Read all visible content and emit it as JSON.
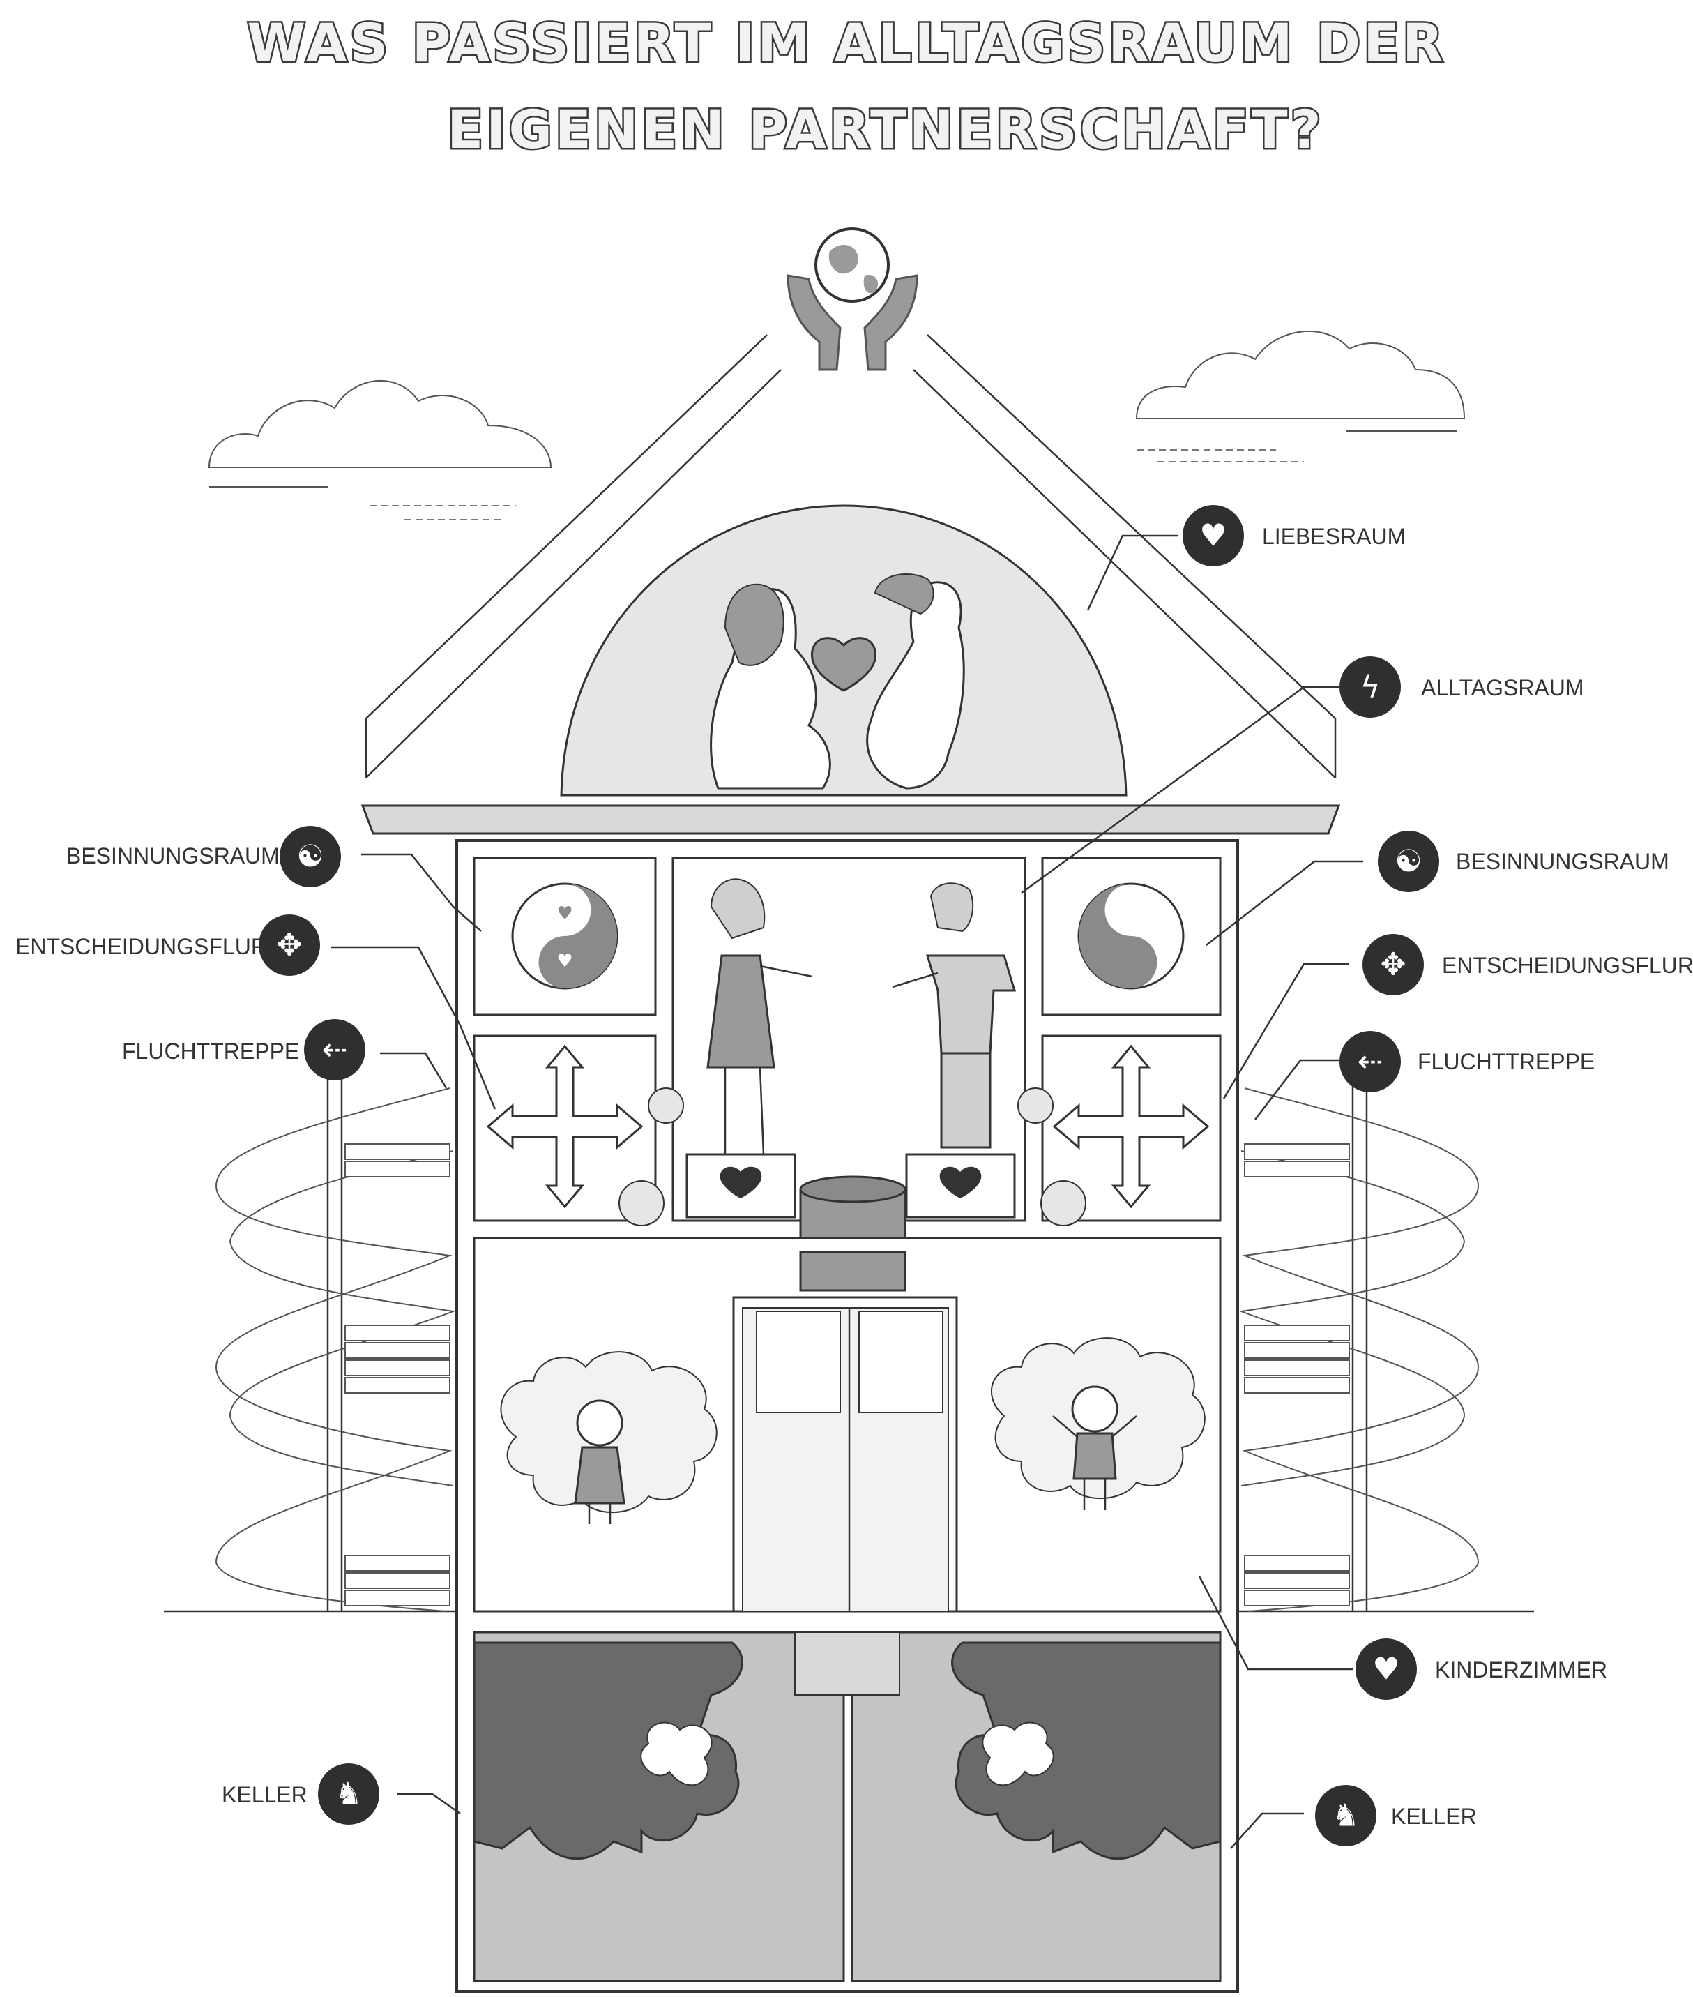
{
  "title": {
    "line1": "WAS PASSIERT IM ALLTAGSRAUM DER",
    "line2": "EIGENEN PARTNERSCHAFT?"
  },
  "labels": {
    "liebesraum": "LIEBESRAUM",
    "alltagsraum": "ALLTAGSRAUM",
    "besinnungsraum_left": "BESINNUNGSRAUM",
    "besinnungsraum_right": "BESINNUNGSRAUM",
    "entscheidungsflur_left": "ENTSCHEIDUNGSFLUR",
    "entscheidungsflur_right": "ENTSCHEIDUNGSFLUR",
    "fluchttreppe_left": "FLUCHTTREPPE",
    "fluchttreppe_right": "FLUCHTTREPPE",
    "kinderzimmer": "KINDERZIMMER",
    "keller_left": "KELLER",
    "keller_right": "KELLER"
  },
  "icons": {
    "liebesraum": "heart-icon",
    "alltagsraum": "lightning-icon",
    "besinnungsraum": "yin-yang-icon",
    "entscheidungsflur": "four-arrows-icon",
    "fluchttreppe": "running-exit-icon",
    "kinderzimmer": "broken-heart-icon",
    "keller": "dragon-icon",
    "roof_top": "globe-in-hands-icon"
  },
  "glyphs": {
    "heart": "♥",
    "lightning": "ϟ",
    "yin_yang": "☯",
    "arrows": "✥",
    "runner": "⇠",
    "broken_heart": "♥",
    "dragon": "♞"
  },
  "colors": {
    "badge": "#2f2f2f",
    "outline": "#333333",
    "light_grey": "#e6e6e6",
    "mid_grey": "#cfcfcf",
    "dark_grey": "#6a6a6a"
  }
}
